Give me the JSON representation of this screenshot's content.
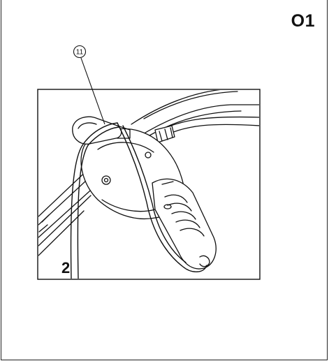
{
  "page": {
    "code": "O1"
  },
  "figure": {
    "callout_number": "11",
    "step_number": "2"
  },
  "colors": {
    "line": "#111111",
    "background": "#ffffff"
  }
}
